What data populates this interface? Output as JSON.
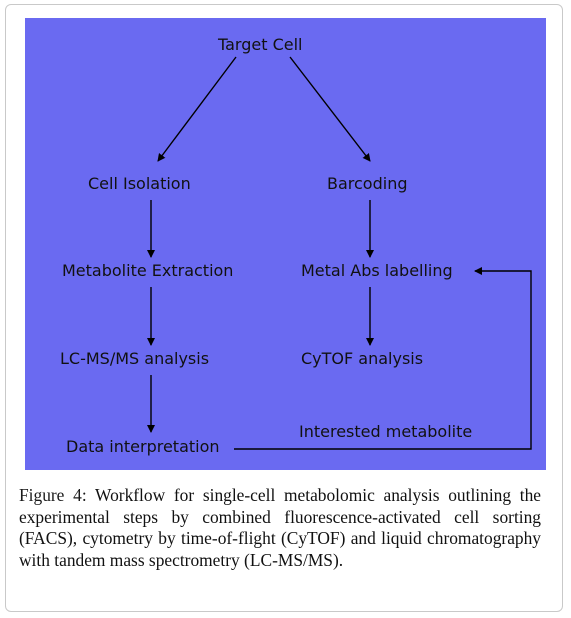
{
  "diagram": {
    "nodes": {
      "target_cell": "Target Cell",
      "cell_isolation": "Cell Isolation",
      "metabolite_extraction": "Metabolite Extraction",
      "lcms_analysis": "LC-MS/MS analysis",
      "data_interpretation": "Data interpretation",
      "barcoding": "Barcoding",
      "metal_abs_labelling": "Metal Abs labelling",
      "cytof_analysis": "CyTOF analysis",
      "interested_metabolite": "Interested metabolite"
    },
    "colors": {
      "background": "#6a6af1",
      "text": "#111111",
      "arrow": "#000000"
    }
  },
  "caption": {
    "label": "Figure 4:",
    "text": " Workflow for single-cell metabolomic analysis outlining the experimental steps by combined fluorescence-activated cell sorting (FACS), cytometry by time-of-flight (CyTOF) and liquid chromatography with tandem mass spectrometry (LC-MS/MS)."
  }
}
